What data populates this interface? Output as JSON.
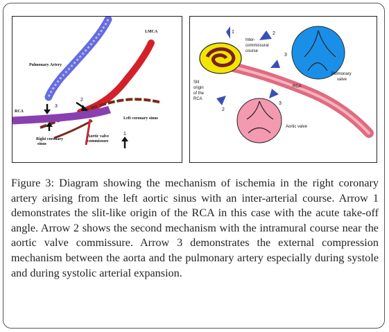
{
  "left_panel": {
    "labels": {
      "lmca": "LMCA",
      "pulmonary_artery": "Pulmonary Artery",
      "rca": "RCA",
      "right_coronary_sinus_line1": "Right coronary",
      "right_coronary_sinus_line2": "sinus",
      "aortic_valve_commissure_line1": "Aortic valve",
      "aortic_valve_commissure_line2": "commissure",
      "left_coronary_sinus": "Left coronary sinus"
    },
    "arrow_numbers": {
      "a3": "3",
      "a2": "2",
      "a1": "1"
    }
  },
  "right_panel": {
    "labels": {
      "inter_line1": "Inter-",
      "inter_line2": "commissural",
      "inter_line3": "course",
      "slit_line1": "Slit",
      "slit_line2": "origin",
      "slit_line3": "of the",
      "slit_line4": "RCA",
      "rca": "RCA",
      "pulmonary_valve_line1": "Pulmonary",
      "pulmonary_valve_line2": "valve",
      "aortic_valve": "Aortic valve"
    },
    "arrow_numbers": {
      "top1": "1",
      "top2": "2",
      "mid3": "3",
      "low2": "2",
      "low3": "3"
    }
  },
  "caption": {
    "figure_label": "Figure 3:",
    "text": " Diagram showing the mechanism of ischemia in the right coronary artery arising from the left aortic sinus with an inter-arterial course. Arrow 1 demonstrates the slit-like origin of the RCA in this case with the acute take-off angle. Arrow 2 shows the second mechanism with the intramural course near the aortic valve commissure. Arrow 3 demonstrates the external compression mechanism between the aorta and the pulmonary artery especially during systole and during systolic arterial expansion."
  },
  "colors": {
    "pulmonary_artery": "#4a52d8",
    "lmca": "#d4202a",
    "rca_purple": "#8a3fb0",
    "aortic_wall": "#7a2a1a",
    "pulmonary_valve": "#1a8fe8",
    "aortic_valve": "#f39ab0",
    "rca_pink": "#d9506a",
    "yellow_sinus": "#f2e600",
    "arrow_blue": "#3b4fb8"
  }
}
